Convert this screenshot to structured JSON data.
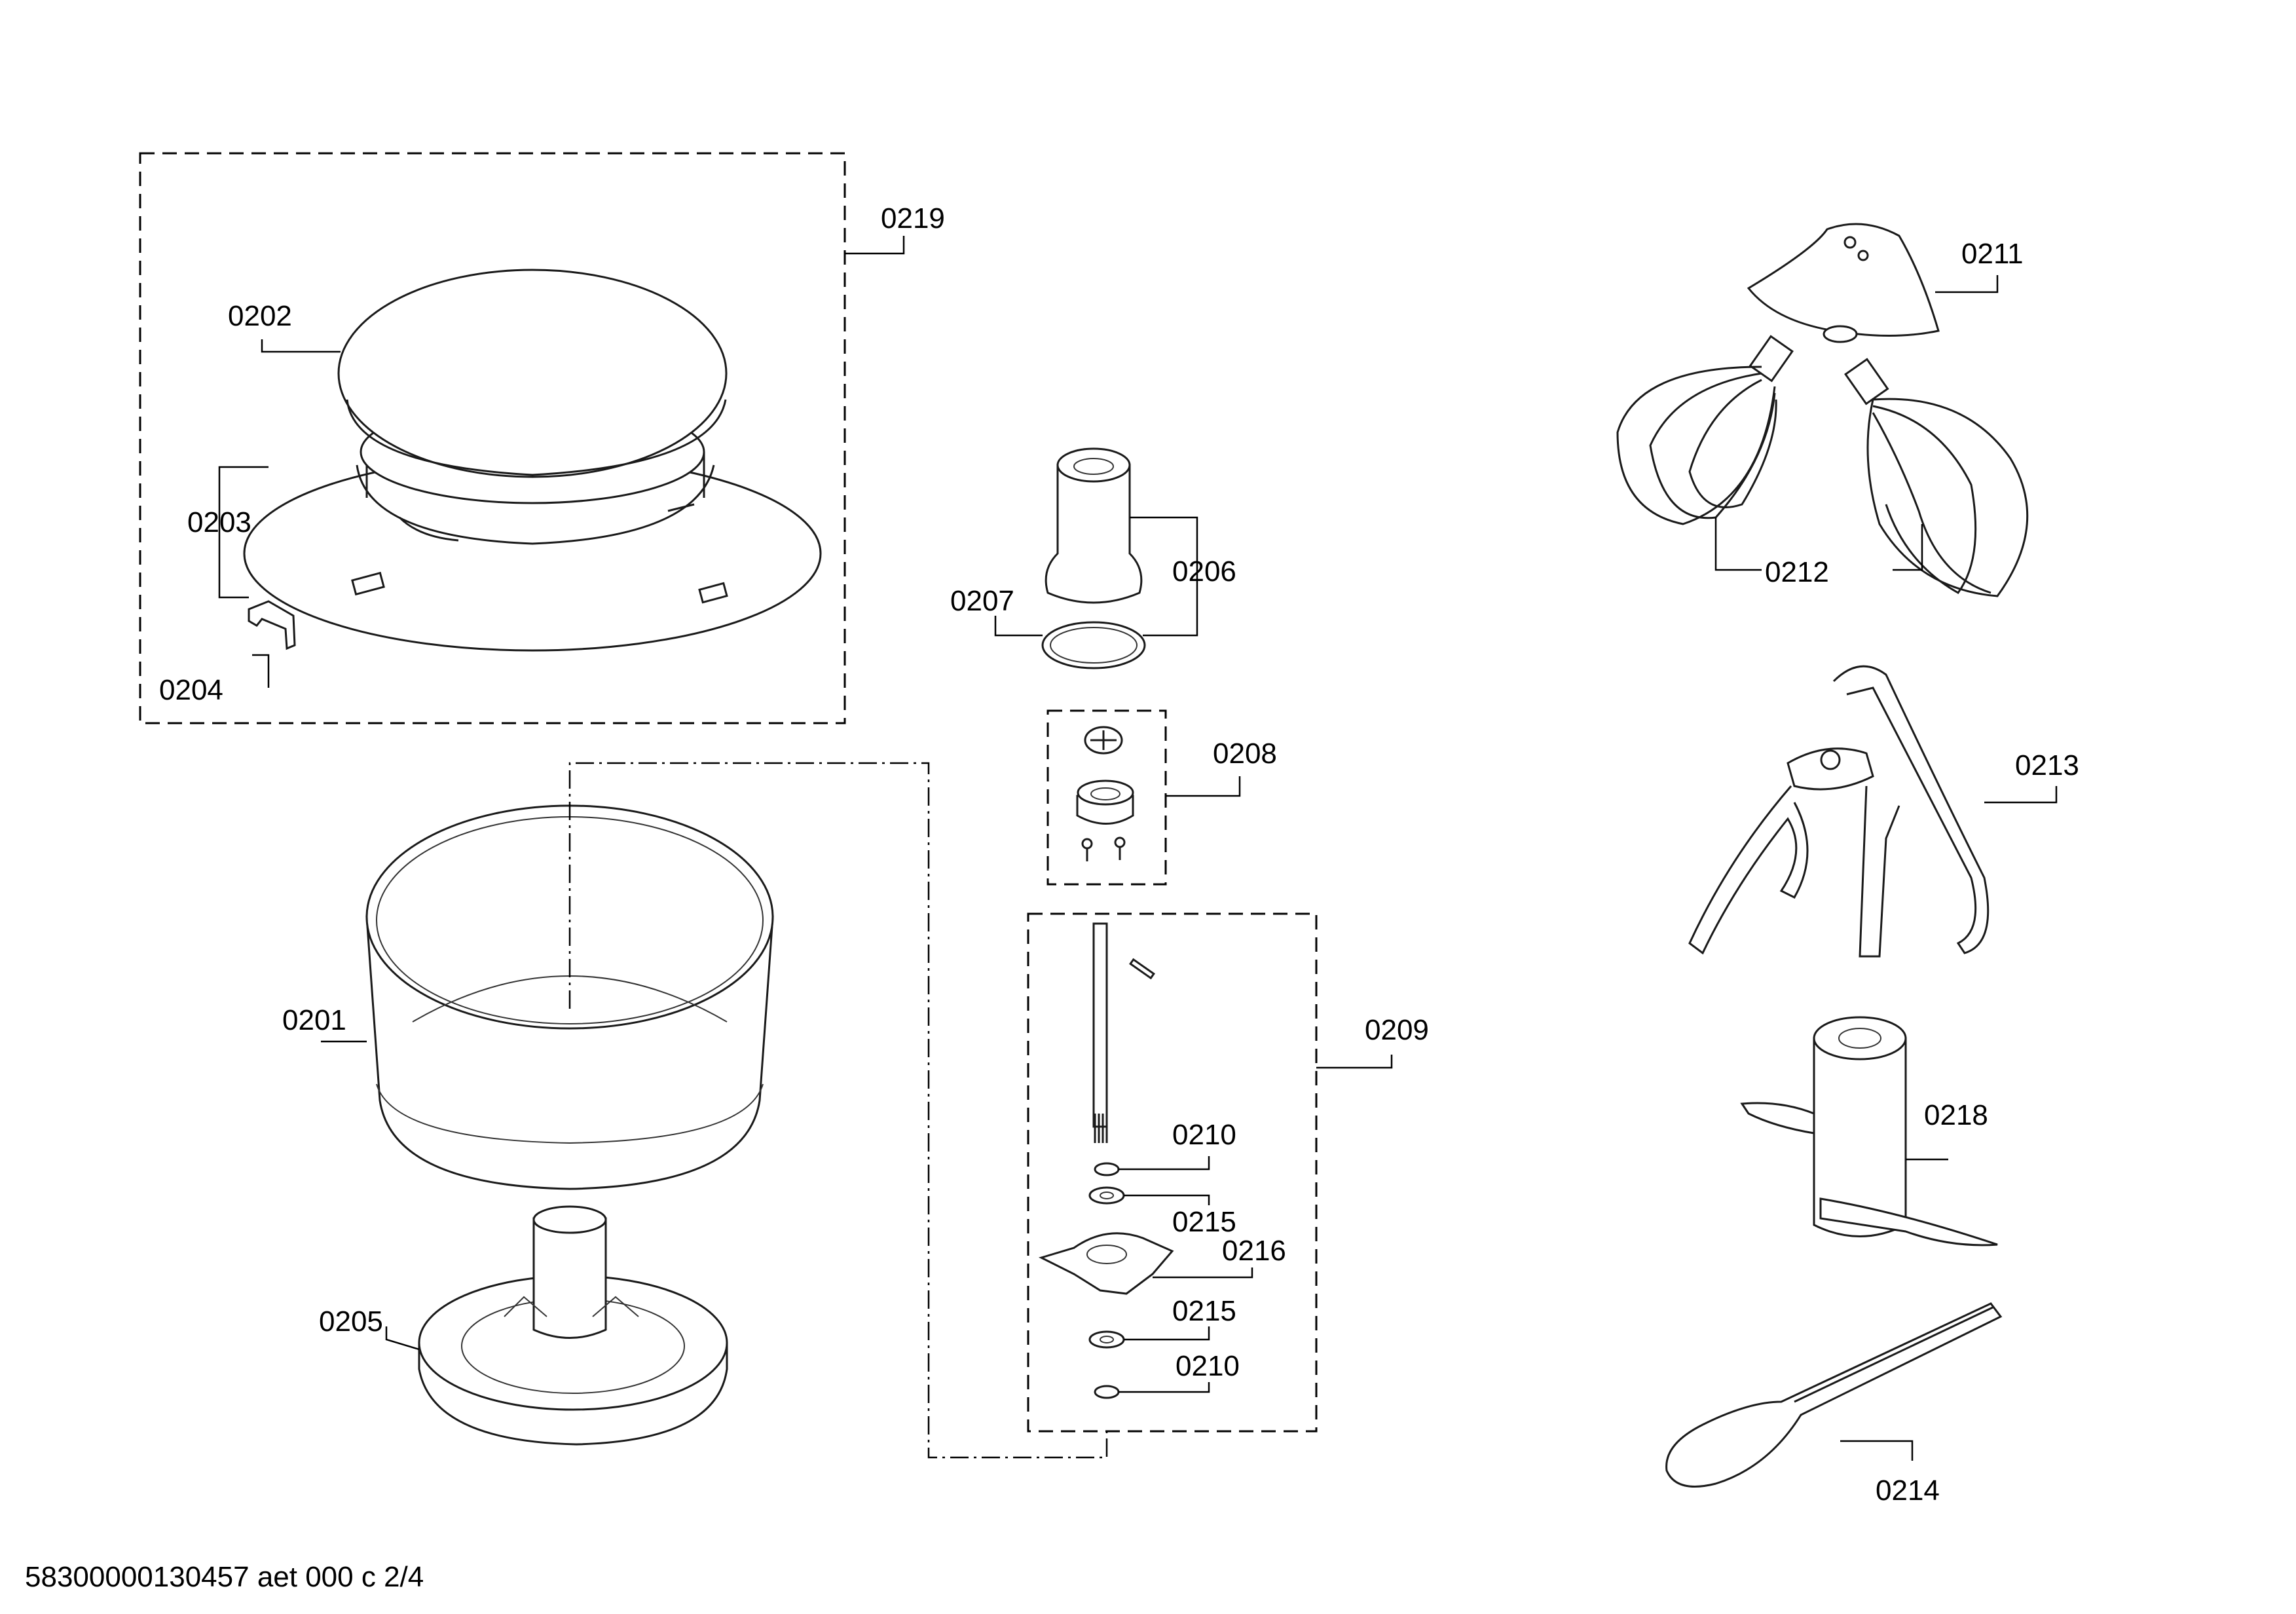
{
  "diagram": {
    "callouts": {
      "c0201": "0201",
      "c0202": "0202",
      "c0203": "0203",
      "c0204": "0204",
      "c0205": "0205",
      "c0206": "0206",
      "c0207": "0207",
      "c0208": "0208",
      "c0209": "0209",
      "c0210a": "0210",
      "c0210b": "0210",
      "c0211": "0211",
      "c0212": "0212",
      "c0213": "0213",
      "c0214": "0214",
      "c0215a": "0215",
      "c0215b": "0215",
      "c0216": "0216",
      "c0218": "0218",
      "c0219": "0219"
    },
    "footer": "58300000130457 aet 000 c 2/4"
  }
}
